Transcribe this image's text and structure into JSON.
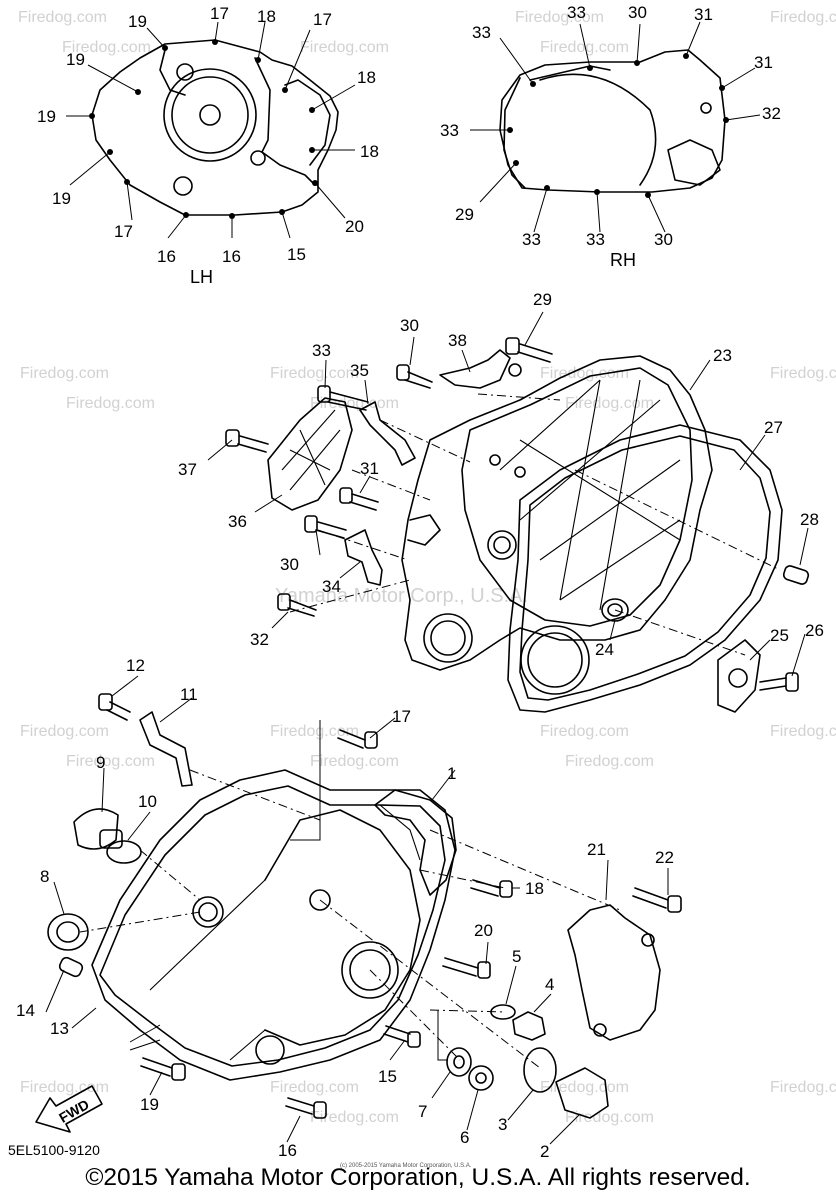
{
  "diagram": {
    "sections": {
      "lh": "LH",
      "rh": "RH"
    },
    "watermark": {
      "brand": "Firedog.com",
      "center": "Yamaha Motor Corp., U.S.A."
    },
    "callouts": {
      "lh": [
        "19",
        "17",
        "18",
        "17",
        "19",
        "19",
        "18",
        "18",
        "19",
        "17",
        "16",
        "16",
        "15",
        "20"
      ],
      "rh": [
        "33",
        "33",
        "30",
        "31",
        "31",
        "32",
        "33",
        "29",
        "33",
        "33",
        "30"
      ],
      "middle": [
        "29",
        "30",
        "38",
        "23",
        "33",
        "35",
        "27",
        "37",
        "31",
        "28",
        "36",
        "30",
        "34",
        "24",
        "25",
        "26",
        "32"
      ],
      "lower": [
        "12",
        "11",
        "17",
        "1",
        "9",
        "10",
        "21",
        "22",
        "18",
        "8",
        "20",
        "5",
        "4",
        "14",
        "13",
        "15",
        "19",
        "7",
        "6",
        "3",
        "2",
        "16"
      ]
    },
    "fwd_label": "FWD",
    "drawing_code": "5EL5100-9120",
    "tiny_notice": "(c) 2005-2015 Yamaha Motor Corporation, U.S.A.",
    "copyright": "©2015 Yamaha Motor Corporation, U.S.A. All rights reserved."
  }
}
